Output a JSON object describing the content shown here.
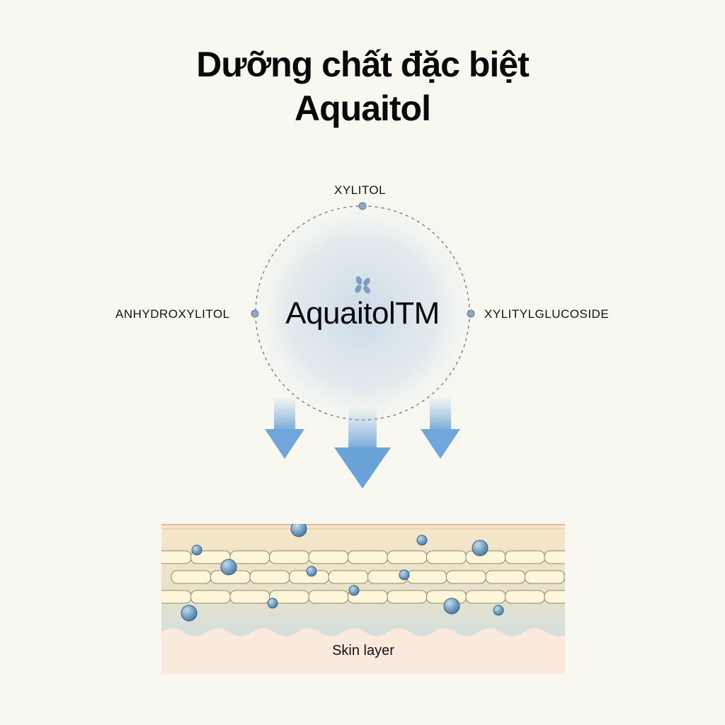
{
  "title": {
    "line1": "Dưỡng chất đặc biệt",
    "line2": "Aquaitol"
  },
  "diagram": {
    "center_label": "AquaitolTM",
    "center_icon": "leaf-cluster-icon",
    "ingredients": {
      "top": "XYLITOL",
      "left": "ANHYDROXYLITOL",
      "right": "XYLITYLGLUCOSIDE"
    },
    "skin_label": "Skin layer",
    "colors": {
      "background": "#f8f8f1",
      "arrow": "#7fb0dc",
      "droplet": "#6f9cc0",
      "skin": "#fbeadc",
      "cell": "#fdf6d8"
    }
  }
}
